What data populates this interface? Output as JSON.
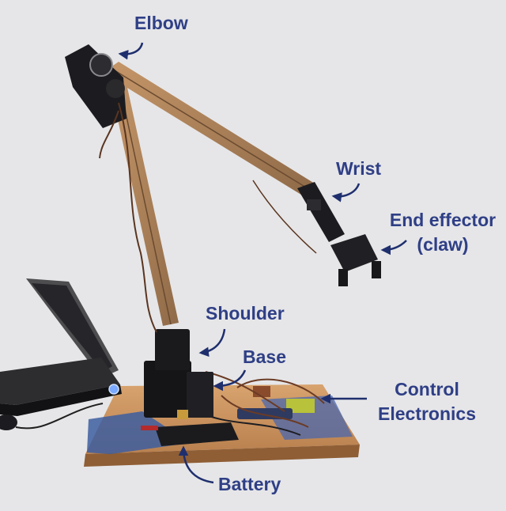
{
  "labels": {
    "elbow": "Elbow",
    "wrist": "Wrist",
    "end_effector": [
      "End effector",
      "(claw)"
    ],
    "shoulder": "Shoulder",
    "base": "Base",
    "control_electronics": [
      "Control",
      "Electronics"
    ],
    "battery": "Battery"
  },
  "colors": {
    "label": "#2f3f86",
    "background": "#e6e6e8"
  }
}
